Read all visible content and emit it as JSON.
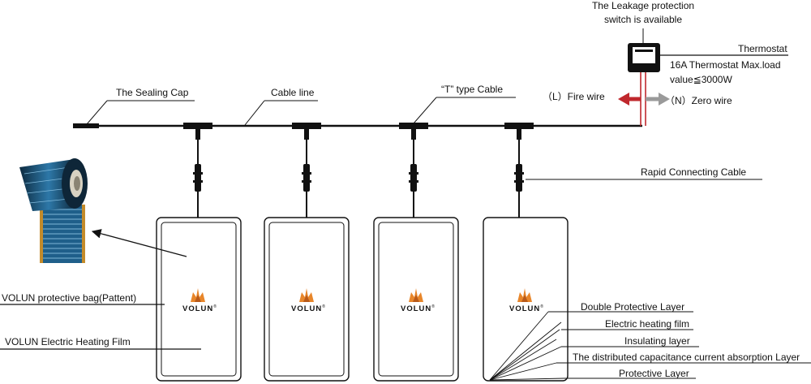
{
  "labels": {
    "leakage_line1": "The Leakage protection",
    "leakage_line2": "switch is available",
    "thermostat": "Thermostat",
    "thermostat_spec_line1": "16A Thermostat Max.load",
    "thermostat_spec_line2": "value≦3000W",
    "fire_wire": "（L）Fire wire",
    "zero_wire": "（N）Zero wire",
    "sealing_cap": "The Sealing Cap",
    "cable_line": "Cable line",
    "t_cable": "“T” type Cable",
    "rapid_cable": "Rapid Connecting Cable",
    "protective_bag": "VOLUN protective bag(Pattent)",
    "heating_film": "VOLUN Electric Heating Film",
    "double_layer": "Double Protective Layer",
    "electric_film": "Electric heating film",
    "insulating": "Insulating layer",
    "capacitance": "The distributed capacitance current absorption Layer",
    "protective_layer": "Protective Layer"
  },
  "brand": {
    "name": "VOLUN",
    "mark": "®"
  },
  "colors": {
    "line": "#111111",
    "fire_arrow": "#c0282d",
    "zero_arrow": "#9a9a9a",
    "logo_orange": "#e8862a",
    "logo_dark": "#b85a1a",
    "film_blue": "#1f5f8a"
  }
}
